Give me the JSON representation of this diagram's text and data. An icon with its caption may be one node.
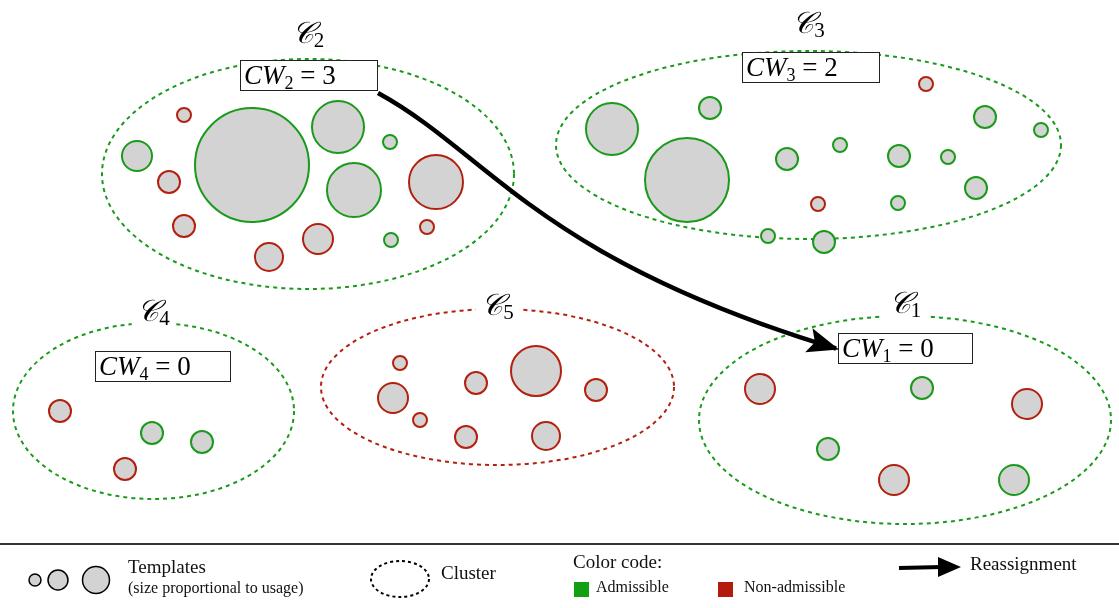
{
  "diagram": {
    "nodes": [
      {
        "text": [
          "𝒞$_{2}$"
        ]
      },
      {
        "text": [
          "*CW*$_{2}$ = 3"
        ],
        "in": 0
      },
      {
        "text": [
          "𝒞$_{3}$"
        ]
      },
      {
        "text": [
          "*CW*$_{3}$ = 2"
        ],
        "in": 2
      },
      {
        "text": [
          "𝒞$_{4}$"
        ]
      },
      {
        "text": [
          "*CW*$_{4}$ = 0"
        ],
        "in": 4
      },
      {
        "text": [
          "𝒞$_{5}$"
        ]
      },
      {
        "text": [
          "𝒞$_{1}$"
        ]
      },
      {
        "text": [
          "*CW*$_{1}$ = 0"
        ],
        "in": 7
      }
    ],
    "edges": [
      {
        "from": 1,
        "to": 8,
        "arrow": "to"
      }
    ],
    "labels": [
      "(size proportional to usage)",
      "Color code:"
    ],
    "legend": [
      {
        "text": "Templates"
      },
      {
        "text": "Cluster"
      },
      {
        "text": "Admissible",
        "color": "#12a012"
      },
      {
        "text": "Non-admissible",
        "color": "#b31b0c"
      },
      {
        "text": "Reassignment"
      }
    ]
  }
}
